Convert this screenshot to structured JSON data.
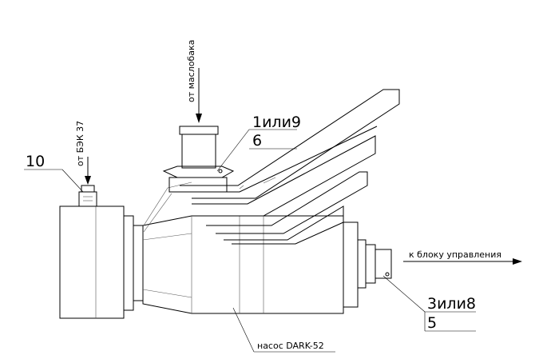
{
  "labels": {
    "from_oil_tank": "от маслобака",
    "from_bek": "от БЭК 37",
    "to_control_block": "к блоку управления",
    "pump": "насос DARK-52",
    "callout_top_primary": "1или9",
    "callout_top_secondary": "6",
    "callout_left": "10",
    "callout_right_primary": "3или8",
    "callout_right_secondary": "5"
  }
}
